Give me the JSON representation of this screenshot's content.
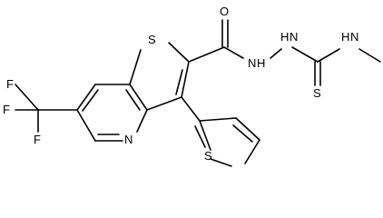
{
  "molecule": {
    "atoms": {
      "o": "O",
      "s_ring": "S",
      "s_thiophene": "S",
      "s_thione": "S",
      "n_pyridine": "N",
      "nh_1": "N",
      "h_1": "H",
      "nh_2": "N",
      "h_2": "H",
      "nh_3": "N",
      "h_3": "H",
      "f_1": "F",
      "f_2": "F",
      "f_3": "F"
    }
  }
}
